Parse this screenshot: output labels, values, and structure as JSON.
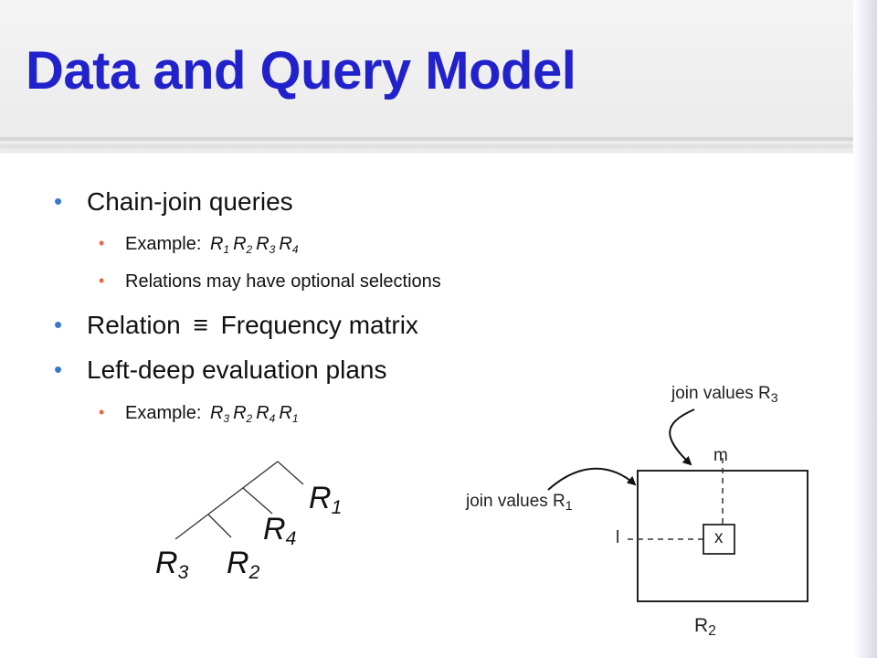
{
  "title": "Data and Query Model",
  "bullets": [
    {
      "text": "Chain-join queries"
    },
    {
      "prefix": "Example:",
      "relations": [
        "R|1",
        "R|2",
        "R|3",
        "R|4"
      ]
    },
    {
      "text": "Relations may have optional selections"
    },
    {
      "text_a": "Relation",
      "symbol": "≡",
      "text_b": "Frequency matrix"
    },
    {
      "text": "Left-deep evaluation plans"
    },
    {
      "prefix": "Example:",
      "relations": [
        "R|3",
        "R|2",
        "R|4",
        "R|1"
      ]
    }
  ],
  "bullet_glyph": "•",
  "tree": {
    "labels": [
      {
        "base": "R",
        "sub": "1"
      },
      {
        "base": "R",
        "sub": "4"
      },
      {
        "base": "R",
        "sub": "3"
      },
      {
        "base": "R",
        "sub": "2"
      }
    ]
  },
  "matrix": {
    "top_label_base": "join values R",
    "top_label_sub": "3",
    "left_label_base": "join values R",
    "left_label_sub": "1",
    "col_label": "m",
    "row_label": "l",
    "cell_label": "x",
    "bottom_label_base": "R",
    "bottom_label_sub": "2"
  },
  "colors": {
    "title": "#2222cc",
    "bullet_level1": "#3b78c9",
    "bullet_level2": "#e06a4a"
  }
}
